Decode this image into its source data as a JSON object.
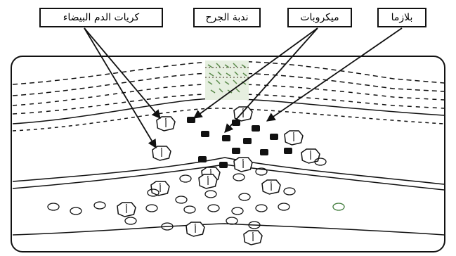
{
  "labels": {
    "white_blood_cells": "كريات الدم البيضاء",
    "wound_scar": "ندبة الجرح",
    "microbes": "ميكروبات",
    "plasma": "بلازما"
  },
  "cell_symbol": "أ",
  "colors": {
    "line": "#111111",
    "scar_green": "#5a8a4a",
    "cell_green": "#3f7a3a"
  }
}
